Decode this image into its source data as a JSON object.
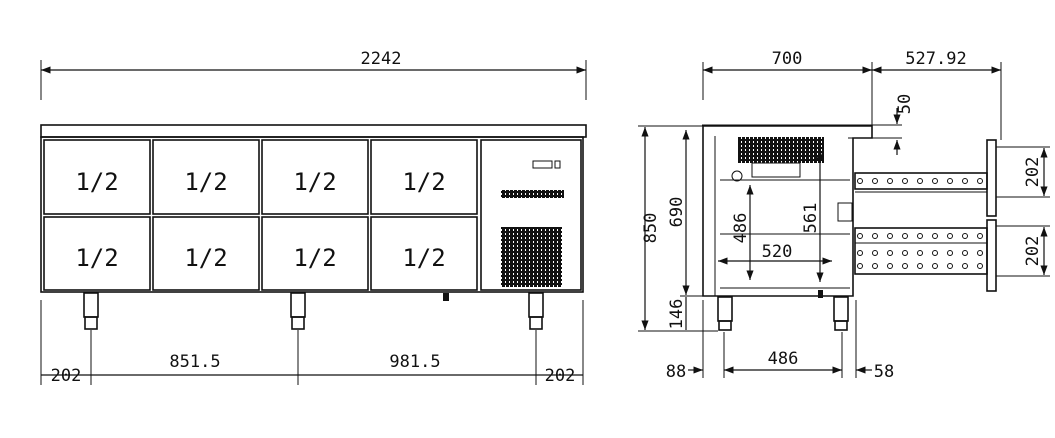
{
  "front_view": {
    "overall_width": "2242",
    "drawer_label": "1/2",
    "drawers": [
      "1/2",
      "1/2",
      "1/2",
      "1/2",
      "1/2",
      "1/2",
      "1/2",
      "1/2"
    ],
    "bottom_dims": [
      "202",
      "851.5",
      "981.5",
      "202"
    ]
  },
  "side_view": {
    "depth": "700",
    "drawer_extension": "527.92",
    "top_offset": "50",
    "total_height": "850",
    "body_height": "690",
    "leg_height": "146",
    "inner_height": "486",
    "inner_height_2": "561",
    "inner_width": "520",
    "drawer_height_upper": "202",
    "drawer_height_lower": "202",
    "rear_offset": "88",
    "leg_span": "486",
    "front_offset": "58"
  },
  "colors": {
    "line": "#111111",
    "background": "#ffffff"
  }
}
